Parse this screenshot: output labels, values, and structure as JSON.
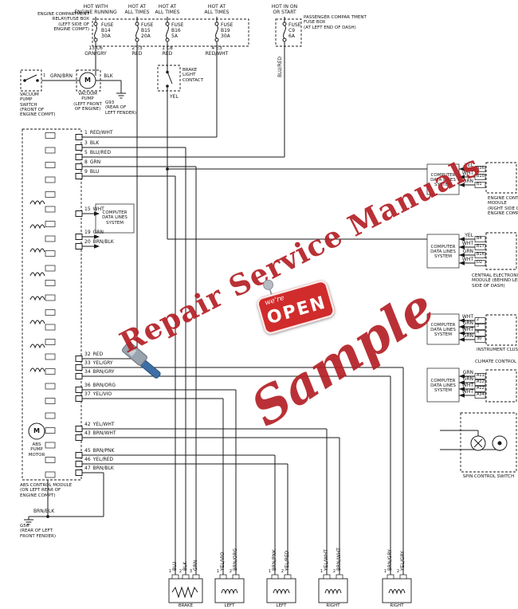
{
  "diagram": {
    "power_labels": [
      "HOT WITH\nENGINE RUNNING",
      "HOT AT\nALL TIMES",
      "HOT AT\nALL TIMES",
      "HOT AT\nALL TIMES",
      "HOT IN ON\nOR START"
    ],
    "fuses": [
      "FUSE\nB14\n30A",
      "FUSE\nB15\n20A",
      "FUSE\nB16\n5A",
      "FUSE\nB19\n30A",
      "FUSE\nC9\n6A"
    ],
    "fuse_box_left_caption": "ENGINE COMPARTMENT\nRELAY/FUSE BOX\n(LEFT SIDE OF\nENGINE COMPT)",
    "fuse_box_right_caption": "PASSENGER COMPAR TMENT\nFUSE BOX\n(AT LEFT END OF DASH)",
    "connector_labels": [
      "13 C6",
      "GRN/GRY",
      "2 E3",
      "RED",
      "1 C8",
      "RED",
      "4 E3",
      "RED/WHT"
    ],
    "vertical_top_label": "BLU/RED",
    "vacuum_switch": {
      "caption": "VACUUM\nPUMP\nSWITCH\n(FRONT OF\nENGINE COMPT)",
      "pin": "1",
      "wire_to_pump": "GRN/BRN"
    },
    "vacuum_pump": {
      "caption": "VACUUM\nPUMP\n(LEFT FRONT\nOF ENGINE)",
      "symbol": "M",
      "wire_to_ground": "BLK"
    },
    "ground_g93": "G93\n(REAR OF\nLEFT FENDER)",
    "brake_light_contact": {
      "caption": "BRAKE\nLIGHT\nCONTACT",
      "wire_out": "YEL"
    },
    "abs_module": {
      "caption": "ABS CONTROL MODULE\n(ON LEFT REAR OF\nENGINE COMPT)",
      "pump_motor": {
        "symbol": "M",
        "caption": "ABS\nPUMP\nMOTOR"
      },
      "ground_wire": "BRN/BLK",
      "ground_caption": "G56\n(REAR OF LEFT\nFRONT FENDER)",
      "pins": [
        {
          "pin": "1",
          "wire": "RED/WHT"
        },
        {
          "pin": "3",
          "wire": "BLK"
        },
        {
          "pin": "5",
          "wire": "BLU/RED"
        },
        {
          "pin": "8",
          "wire": "GRN"
        },
        {
          "pin": "9",
          "wire": "BLU"
        },
        {
          "pin": "15",
          "wire": "WHT"
        },
        {
          "pin": "19",
          "wire": "GRN"
        },
        {
          "pin": "20",
          "wire": "BRN/BLK"
        },
        {
          "pin": "32",
          "wire": "RED"
        },
        {
          "pin": "33",
          "wire": "YEL/GRY"
        },
        {
          "pin": "34",
          "wire": "BRN/GRY"
        },
        {
          "pin": "36",
          "wire": "BRN/ORG"
        },
        {
          "pin": "37",
          "wire": "YEL/VIO"
        },
        {
          "pin": "42",
          "wire": "YEL/WHT"
        },
        {
          "pin": "43",
          "wire": "BRN/WHT"
        },
        {
          "pin": "45",
          "wire": "BRN/PNK"
        },
        {
          "pin": "46",
          "wire": "YEL/RED"
        },
        {
          "pin": "47",
          "wire": "BRN/BLK"
        }
      ]
    },
    "computer_data_lines_label": "COMPUTER\nDATA LINES\nSYSTEM",
    "right_modules": [
      {
        "caption": "ENGINE CONTROL\nMODULE\n(RIGHT SIDE OF\nENGINE COMPT)",
        "rows": [
          {
            "wire": "YEL",
            "pin": "B36"
          },
          {
            "wire": "WHT",
            "pin": "B10"
          },
          {
            "wire": "GRN",
            "pin": "B1"
          }
        ]
      },
      {
        "caption": "CENTRAL ELECTRONIC\nMODULE (BEHIND LEFT\nSIDE OF DASH)",
        "rows": [
          {
            "wire": "YEL",
            "pin": "B4"
          },
          {
            "wire": "WHT",
            "pin": "B17"
          },
          {
            "wire": "GRN",
            "pin": "B16"
          },
          {
            "wire": "WHT",
            "pin": "D2"
          }
        ]
      },
      {
        "caption": "INSTRUMENT CLUSTER",
        "rows": [
          {
            "wire": "WHT",
            "pin": "2"
          },
          {
            "wire": "GRN",
            "pin": "3"
          },
          {
            "wire": "WHT",
            "pin": "4"
          },
          {
            "wire": "GRN",
            "pin": "30"
          }
        ]
      },
      {
        "caption": "CLIMATE CONTROL MODULE",
        "rows": [
          {
            "wire": "GRN",
            "pin": "A11"
          },
          {
            "wire": "GRN",
            "pin": "A12"
          },
          {
            "wire": "WHT",
            "pin": "A12"
          },
          {
            "wire": "WHT",
            "pin": "A34"
          }
        ]
      }
    ],
    "spin_switch_caption": "SPIN CONTROL SWITCH",
    "bottom_sensors": [
      {
        "caption": "BRAKE",
        "wires": [
          {
            "pin": "1",
            "color": "BLU"
          },
          {
            "pin": "2",
            "color": "BLK"
          },
          {
            "pin": "3",
            "color": "GRN"
          }
        ]
      },
      {
        "caption": "LEFT",
        "wires": [
          {
            "pin": "1",
            "color": "YEL/VIO"
          },
          {
            "pin": "2",
            "color": "BRN/ORG"
          }
        ]
      },
      {
        "caption": "LEFT",
        "wires": [
          {
            "pin": "1",
            "color": "BRN/PNK"
          },
          {
            "pin": "2",
            "color": "YEL/RED"
          }
        ]
      },
      {
        "caption": "RIGHT",
        "wires": [
          {
            "pin": "1",
            "color": "YEL/WHT"
          },
          {
            "pin": "2",
            "color": "BRN/WHT"
          }
        ]
      },
      {
        "caption": "RIGHT",
        "wires": [
          {
            "pin": "1",
            "color": "BRN/GRY"
          },
          {
            "pin": "2",
            "color": "YEL/GRY"
          }
        ]
      }
    ],
    "watermarks": {
      "brand": "Repair Service Manuals",
      "sample": "Sample",
      "open_small": "we're",
      "open_big": "OPEN"
    }
  }
}
